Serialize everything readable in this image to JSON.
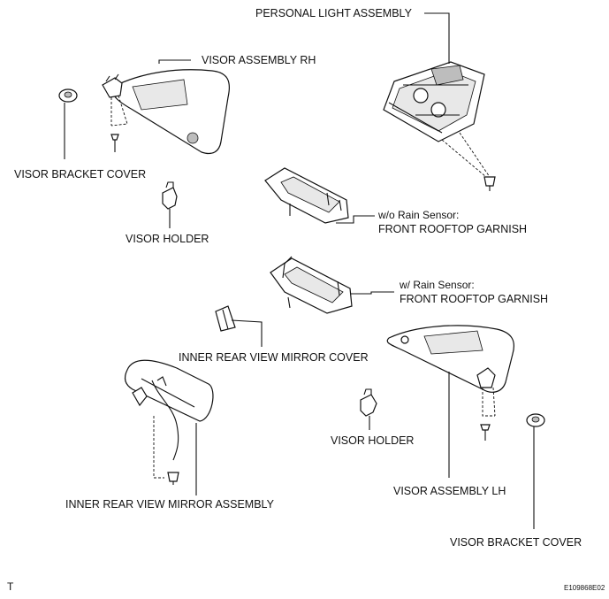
{
  "labels": {
    "personal_light_assembly": "PERSONAL LIGHT ASSEMBLY",
    "visor_assembly_rh": "VISOR ASSEMBLY RH",
    "visor_bracket_cover_left": "VISOR BRACKET COVER",
    "visor_holder_left": "VISOR HOLDER",
    "wo_rain_sensor_line1": "w/o Rain Sensor:",
    "wo_rain_sensor_line2": "FRONT ROOFTOP GARNISH",
    "w_rain_sensor_line1": "w/ Rain Sensor:",
    "w_rain_sensor_line2": "FRONT ROOFTOP GARNISH",
    "inner_rear_view_mirror_cover": "INNER REAR VIEW MIRROR COVER",
    "visor_holder_right": "VISOR HOLDER",
    "visor_assembly_lh": "VISOR ASSEMBLY LH",
    "inner_rear_view_mirror_assembly": "INNER REAR VIEW MIRROR ASSEMBLY",
    "visor_bracket_cover_right": "VISOR BRACKET COVER"
  },
  "footer": {
    "corner_mark": "T",
    "figure_code": "E109868E02"
  }
}
